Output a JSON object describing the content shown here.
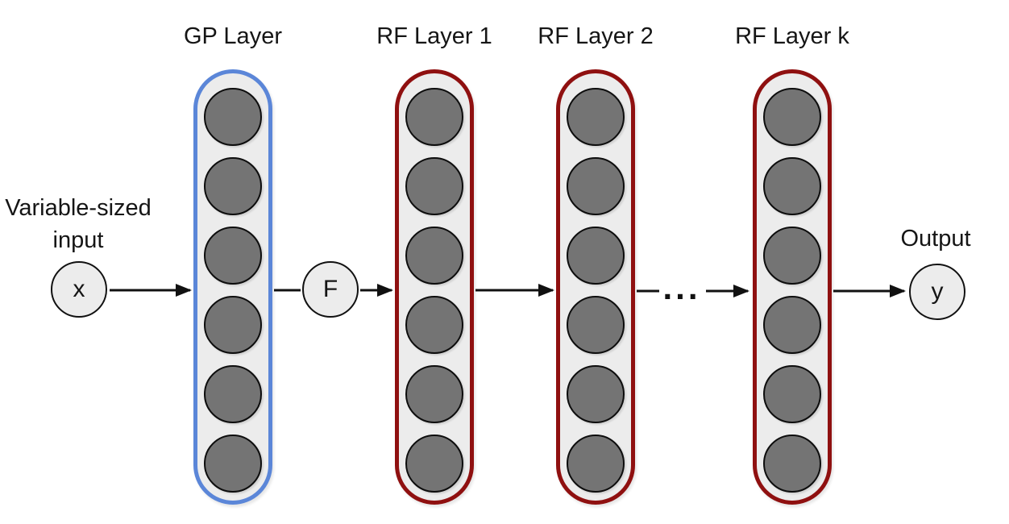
{
  "diagram": {
    "input": {
      "label_line1": "Variable-sized",
      "label_line2": "input",
      "node_label": "x"
    },
    "feature_node_label": "F",
    "output": {
      "label": "Output",
      "node_label": "y"
    },
    "ellipsis": "...",
    "layers": [
      {
        "id": "gp-layer",
        "label": "GP Layer",
        "border_color": "#5b86d8",
        "neurons": 6
      },
      {
        "id": "rf-layer-1",
        "label": "RF Layer 1",
        "border_color": "#8f1010",
        "neurons": 6
      },
      {
        "id": "rf-layer-2",
        "label": "RF Layer 2",
        "border_color": "#8f1010",
        "neurons": 6
      },
      {
        "id": "rf-layer-k",
        "label": "RF Layer k",
        "border_color": "#8f1010",
        "neurons": 6
      }
    ],
    "colors": {
      "background": "#ffffff",
      "gp_border": "#5b86d8",
      "rf_border": "#8f1010",
      "layer_fill": "#ececec",
      "neuron_fill": "#747474",
      "neuron_stroke": "#0d0d0d",
      "node_fill": "#ececec",
      "arrow": "#111111",
      "text": "#151515"
    }
  }
}
